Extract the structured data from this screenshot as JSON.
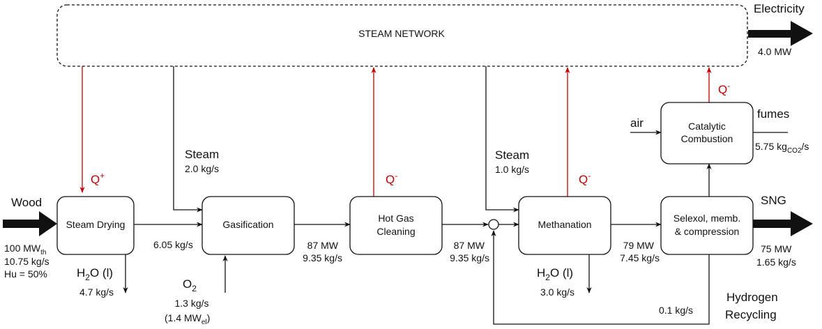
{
  "steam_network": {
    "label": "STEAM NETWORK"
  },
  "units": {
    "steam_drying": "Steam Drying",
    "gasification": "Gasification",
    "hot_gas_cleaning_1": "Hot Gas",
    "hot_gas_cleaning_2": "Cleaning",
    "methanation": "Methanation",
    "selexol_1": "Selexol, memb.",
    "selexol_2": "& compression",
    "catalytic_1": "Catalytic",
    "catalytic_2": "Combustion"
  },
  "inputs": {
    "wood_label": "Wood",
    "wood_power_main": "100 MW",
    "wood_power_sub": "th",
    "wood_flow": "10.75 kg/s",
    "wood_humidity": "Hu = 50%",
    "o2_main": "O",
    "o2_sub": "2",
    "o2_flow": "1.3 kg/s",
    "o2_power_main": "(1.4 MW",
    "o2_power_sub": "el",
    "o2_power_end": ")",
    "air": "air"
  },
  "steam_feeds": {
    "gasif_label": "Steam",
    "gasif_flow": "2.0 kg/s",
    "meth_label": "Steam",
    "meth_flow": "1.0 kg/s"
  },
  "heat": {
    "q_plus": "Q",
    "q_plus_sup": "+",
    "q_minus": "Q",
    "q_minus_sup": "-"
  },
  "streams": {
    "drying_out": "6.05 kg/s",
    "gasif_out_power": "87 MW",
    "gasif_out_flow": "9.35 kg/s",
    "hgc_out_power": "87 MW",
    "hgc_out_flow": "9.35 kg/s",
    "meth_out_power": "79 MW",
    "meth_out_flow": "7.45 kg/s"
  },
  "outputs": {
    "drying_water_label": "H",
    "drying_water_sub": "2",
    "drying_water_rest": "O (l)",
    "drying_water_flow": "4.7 kg/s",
    "meth_water_label": "H",
    "meth_water_sub": "2",
    "meth_water_rest": "O (l)",
    "meth_water_flow": "3.0 kg/s",
    "sng_label": "SNG",
    "sng_power": "75 MW",
    "sng_flow": "1.65 kg/s",
    "fumes_label": "fumes",
    "fumes_flow_main": "5.75 kg",
    "fumes_flow_sub": "CO2",
    "fumes_flow_end": "/s",
    "electricity_label": "Electricity",
    "electricity_power": "4.0 MW"
  },
  "recycle": {
    "flow": "0.1 kg/s",
    "label_1": "Hydrogen",
    "label_2": "Recycling"
  }
}
